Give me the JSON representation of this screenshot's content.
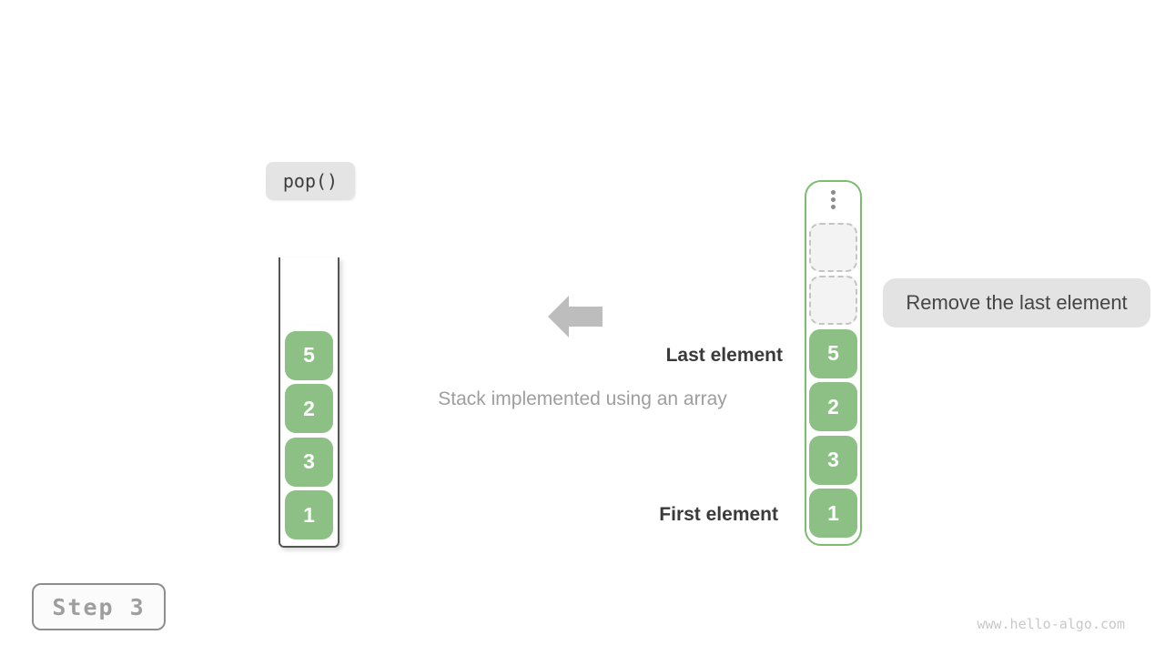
{
  "operation": {
    "label": "pop()"
  },
  "step": {
    "label": "Step 3"
  },
  "caption": "Stack implemented using an array",
  "annotations": {
    "last_element": "Last element",
    "first_element": "First element",
    "remove_note": "Remove the last element"
  },
  "stack_view": {
    "values_top_to_bottom": [
      "5",
      "2",
      "3",
      "1"
    ]
  },
  "array_view": {
    "empty_slots": 2,
    "values_top_to_bottom": [
      "5",
      "2",
      "3",
      "1"
    ]
  },
  "watermark": "www.hello-algo.com",
  "colors": {
    "block_fill": "#8cc084",
    "array_border": "#7abd6e",
    "stack_border": "#545454",
    "annotation_bg": "#e3e3e3",
    "arrow": "#bdbdbd"
  }
}
